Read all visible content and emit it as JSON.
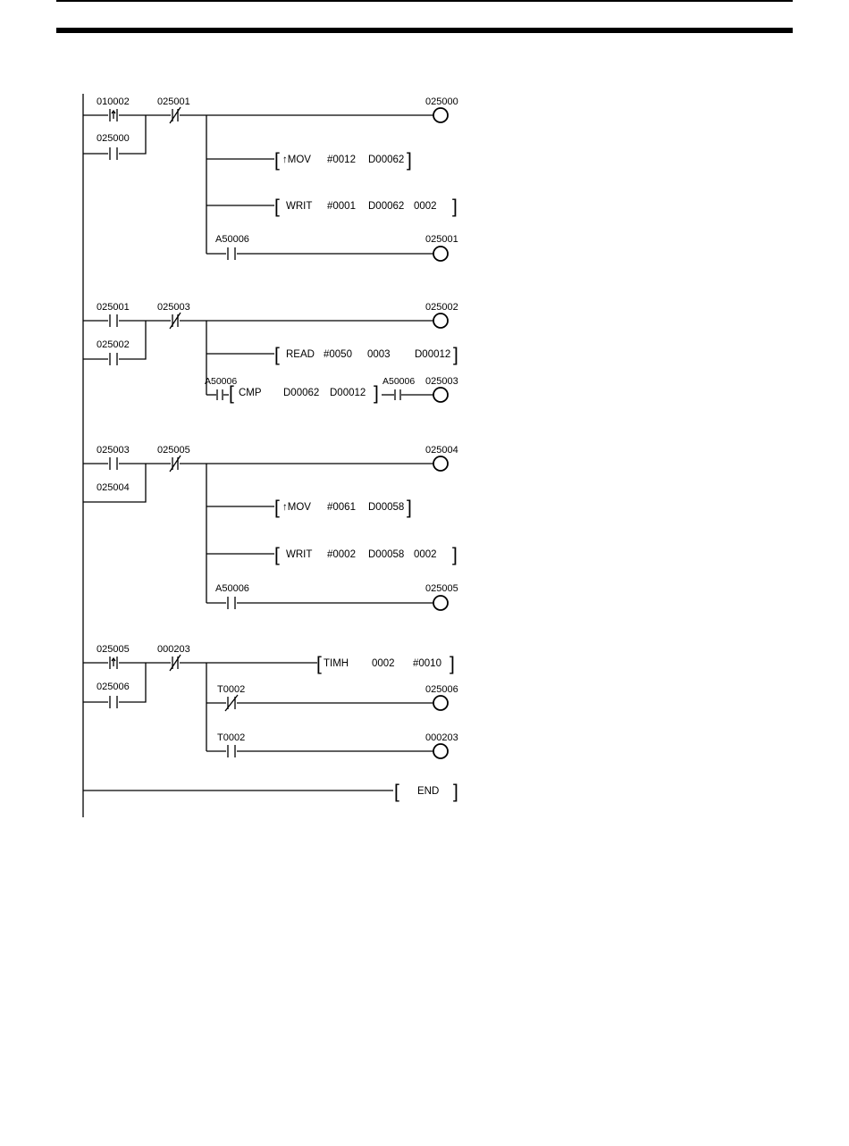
{
  "rungs": [
    {
      "contacts": [
        {
          "label": "010002",
          "kind": "up"
        },
        {
          "label": "025001",
          "kind": "nc"
        },
        {
          "label": "025000",
          "kind": "no"
        },
        {
          "label": "A50006",
          "kind": "no"
        }
      ],
      "coils": [
        "025000",
        "025001"
      ],
      "instructions": [
        {
          "op": "↑MOV",
          "args": [
            "#0012",
            "D00062"
          ]
        },
        {
          "op": "WRIT",
          "args": [
            "#0001",
            "D00062",
            "0002"
          ]
        }
      ]
    },
    {
      "contacts": [
        {
          "label": "025001",
          "kind": "no"
        },
        {
          "label": "025003",
          "kind": "nc"
        },
        {
          "label": "025002",
          "kind": "no"
        },
        {
          "label": "A50006",
          "kind": "no"
        },
        {
          "label": "A50006",
          "kind": "no"
        }
      ],
      "coils": [
        "025002",
        "025003"
      ],
      "instructions": [
        {
          "op": "READ",
          "args": [
            "#0050",
            "0003",
            "D00012"
          ]
        },
        {
          "op": "CMP",
          "args": [
            "D00062",
            "D00012"
          ]
        }
      ]
    },
    {
      "contacts": [
        {
          "label": "025003",
          "kind": "no"
        },
        {
          "label": "025005",
          "kind": "nc"
        },
        {
          "label": "025004",
          "kind": "no"
        },
        {
          "label": "A50006",
          "kind": "no"
        }
      ],
      "coils": [
        "025004",
        "025005"
      ],
      "instructions": [
        {
          "op": "↑MOV",
          "args": [
            "#0061",
            "D00058"
          ]
        },
        {
          "op": "WRIT",
          "args": [
            "#0002",
            "D00058",
            "0002"
          ]
        }
      ]
    },
    {
      "contacts": [
        {
          "label": "025005",
          "kind": "up"
        },
        {
          "label": "000203",
          "kind": "nc"
        },
        {
          "label": "025006",
          "kind": "no"
        },
        {
          "label": "T0002",
          "kind": "nc"
        },
        {
          "label": "T0002",
          "kind": "no"
        }
      ],
      "coils": [
        "025006",
        "000203"
      ],
      "instructions": [
        {
          "op": "TIMH",
          "args": [
            "0002",
            "#0010"
          ]
        }
      ]
    }
  ],
  "end": {
    "op": "END"
  }
}
